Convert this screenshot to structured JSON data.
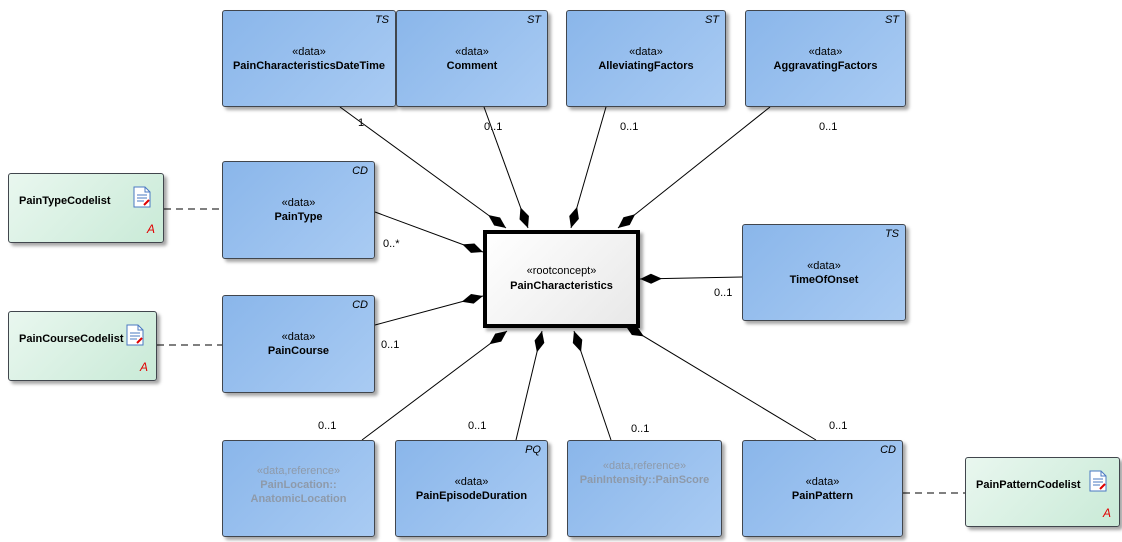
{
  "root": {
    "stereotype": "«rootconcept»",
    "name": "PainCharacteristics"
  },
  "classes": {
    "datetime": {
      "stereotype": "«data»",
      "name": "PainCharacteristicsDateTime",
      "tag": "TS"
    },
    "comment": {
      "stereotype": "«data»",
      "name": "Comment",
      "tag": "ST"
    },
    "alleviating": {
      "stereotype": "«data»",
      "name": "AlleviatingFactors",
      "tag": "ST"
    },
    "aggravating": {
      "stereotype": "«data»",
      "name": "AggravatingFactors",
      "tag": "ST"
    },
    "paintype": {
      "stereotype": "«data»",
      "name": "PainType",
      "tag": "CD"
    },
    "onset": {
      "stereotype": "«data»",
      "name": "TimeOfOnset",
      "tag": "TS"
    },
    "course": {
      "stereotype": "«data»",
      "name": "PainCourse",
      "tag": "CD"
    },
    "location": {
      "stereotype": "«data,reference»",
      "name1": "PainLocation::",
      "name2": "AnatomicLocation"
    },
    "duration": {
      "stereotype": "«data»",
      "name": "PainEpisodeDuration",
      "tag": "PQ"
    },
    "intensity": {
      "stereotype": "«data,reference»",
      "name": "PainIntensity::PainScore"
    },
    "pattern": {
      "stereotype": "«data»",
      "name": "PainPattern",
      "tag": "CD"
    }
  },
  "codelists": {
    "type": {
      "name": "PainTypeCodelist",
      "mark": "A"
    },
    "course": {
      "name": "PainCourseCodelist",
      "mark": "A"
    },
    "pattern": {
      "name": "PainPatternCodelist",
      "mark": "A"
    }
  },
  "multiplicities": {
    "datetime": "1",
    "comment": "0..1",
    "alleviating": "0..1",
    "aggravating": "0..1",
    "paintype": "0..*",
    "onset": "0..1",
    "course": "0..1",
    "location": "0..1",
    "duration": "0..1",
    "intensity": "0..1",
    "pattern": "0..1"
  }
}
